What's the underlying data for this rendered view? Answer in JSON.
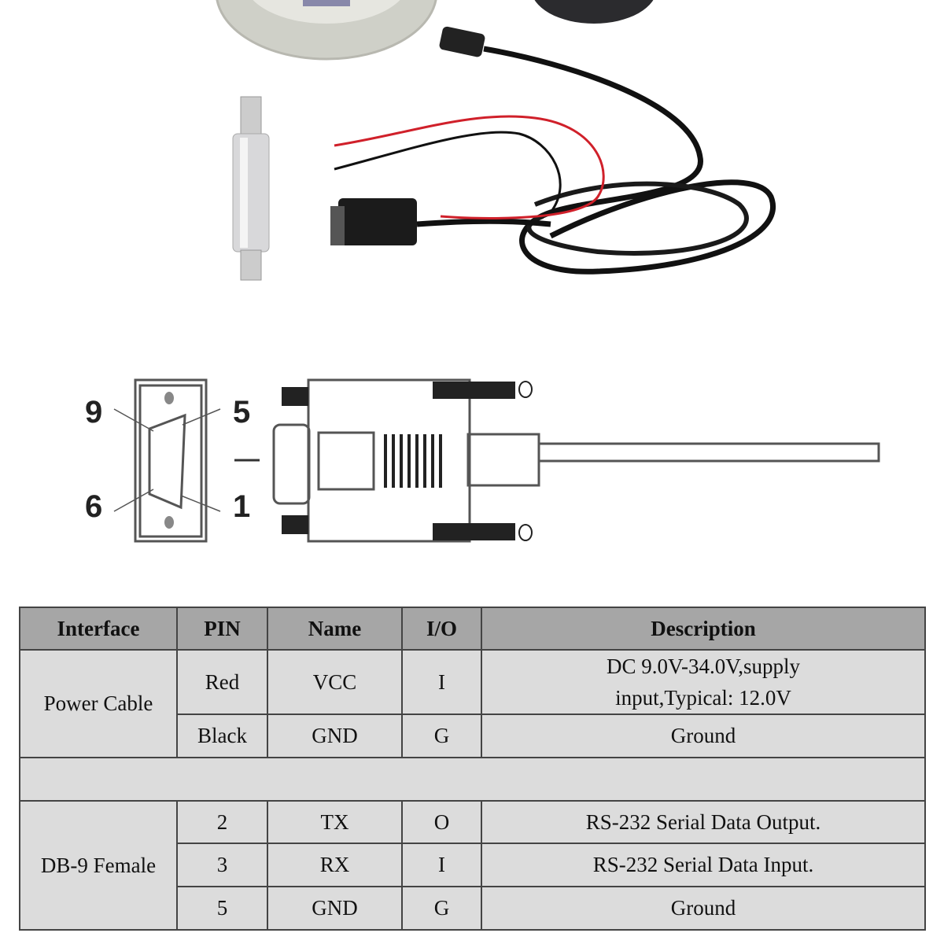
{
  "photo": {
    "items": [
      "sensor-disc",
      "magnetic-base",
      "mounting-post",
      "cable-with-m12-and-db9-connector"
    ]
  },
  "diagram": {
    "pin_labels": {
      "top_left": "9",
      "top_right": "5",
      "bottom_left": "6",
      "bottom_right": "1"
    }
  },
  "table": {
    "headers": [
      "Interface",
      "PIN",
      "Name",
      "I/O",
      "Description"
    ],
    "groups": [
      {
        "interface": "Power Cable",
        "rows": [
          {
            "pin": "Red",
            "name": "VCC",
            "io": "I",
            "description_line1": "DC 9.0V-34.0V,supply",
            "description_line2": "input,Typical: 12.0V"
          },
          {
            "pin": "Black",
            "name": "GND",
            "io": "G",
            "description": "Ground"
          }
        ]
      },
      {
        "interface": "DB-9 Female",
        "rows": [
          {
            "pin": "2",
            "name": "TX",
            "io": "O",
            "description": "RS-232 Serial Data Output."
          },
          {
            "pin": "3",
            "name": "RX",
            "io": "I",
            "description": "RS-232 Serial Data Input."
          },
          {
            "pin": "5",
            "name": "GND",
            "io": "G",
            "description": "Ground"
          }
        ]
      }
    ]
  },
  "colors": {
    "header_bg": "#a6a6a6",
    "cell_bg": "#dcdcdc",
    "wire_red": "#d0202a"
  }
}
